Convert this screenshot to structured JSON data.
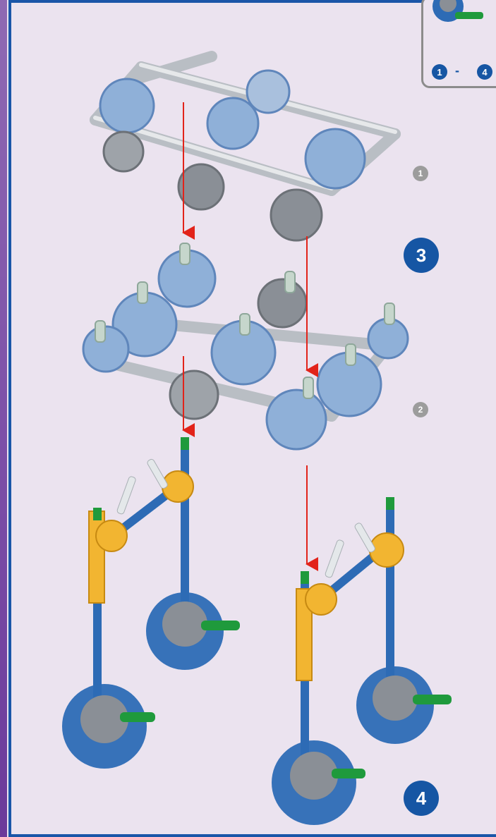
{
  "inset": {
    "range_from": "1",
    "range_sep": "-",
    "range_to": "4"
  },
  "steps": [
    {
      "number": "3"
    },
    {
      "number": "4"
    }
  ],
  "parts": [
    {
      "label": "1"
    },
    {
      "label": "2"
    }
  ],
  "colors": {
    "frame": "#1a56a8",
    "badge": "#1656a4",
    "arrow": "#e2231a",
    "grey_part": "#c8ccd0",
    "blue_connector": "#8fb0d8",
    "yellow_connector": "#f2b531",
    "rod_blue": "#2d6bb5",
    "rod_green": "#1f9a3c"
  }
}
